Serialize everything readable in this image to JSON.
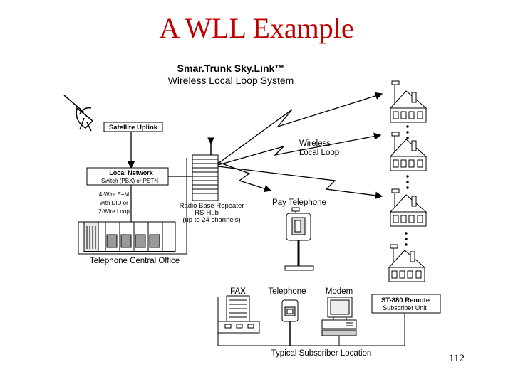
{
  "slide": {
    "title": "A WLL Example",
    "page_number": "112"
  },
  "diagram": {
    "header_line1": "Smar.Trunk Sky.Link™",
    "header_line2": "Wireless Local Loop System",
    "satellite_uplink": "Satellite Uplink",
    "local_network_line1": "Local Network",
    "local_network_line2": "Switch (PBX) or PSTN",
    "wire_note_line1": "4-Wire E+M",
    "wire_note_line2": "with DID or",
    "wire_note_line3": "2-Wire Loop",
    "repeater_line1": "Radio Base Repeater",
    "repeater_line2": "RS-Hub",
    "repeater_line3": "(up to 24 channels)",
    "central_office": "Telephone Central Office",
    "wireless_line1": "Wireless",
    "wireless_line2": "Local Loop",
    "pay_telephone": "Pay Telephone",
    "fax": "FAX",
    "telephone": "Telephone",
    "modem": "Modem",
    "remote_line1": "ST-880 Remote",
    "remote_line2": "Subscriber Unit",
    "subscriber_location": "Typical Subscriber Location"
  }
}
